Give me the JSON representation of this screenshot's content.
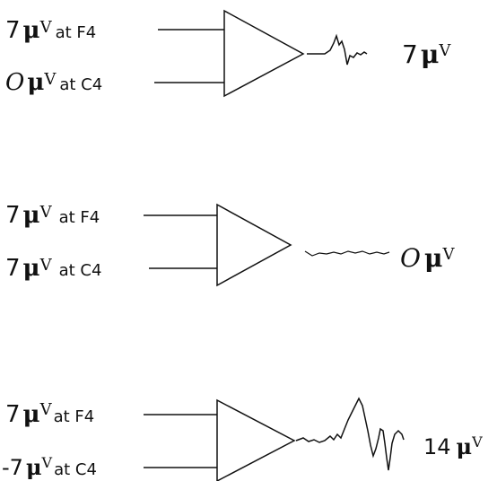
{
  "amplifiers": [
    {
      "inputs": [
        {
          "value": "7",
          "mu": "μ",
          "v": "V",
          "site": "at F4"
        },
        {
          "value": "O",
          "mu": "μ",
          "v": "V",
          "site": "at C4"
        }
      ],
      "output": {
        "value": "7",
        "mu": "μ",
        "v": "V"
      }
    },
    {
      "inputs": [
        {
          "value": "7",
          "mu": "μ",
          "v": "V",
          "site": "at F4"
        },
        {
          "value": "7",
          "mu": "μ",
          "v": "V",
          "site": "at C4"
        }
      ],
      "output": {
        "value": "O",
        "mu": "μ",
        "v": "V"
      }
    },
    {
      "inputs": [
        {
          "value": "7",
          "mu": "μ",
          "v": "V",
          "site": "at F4"
        },
        {
          "value": "-7",
          "mu": "μ",
          "v": "V",
          "site": "at C4"
        }
      ],
      "output": {
        "value": "14",
        "mu": "μ",
        "v": "V"
      }
    }
  ]
}
